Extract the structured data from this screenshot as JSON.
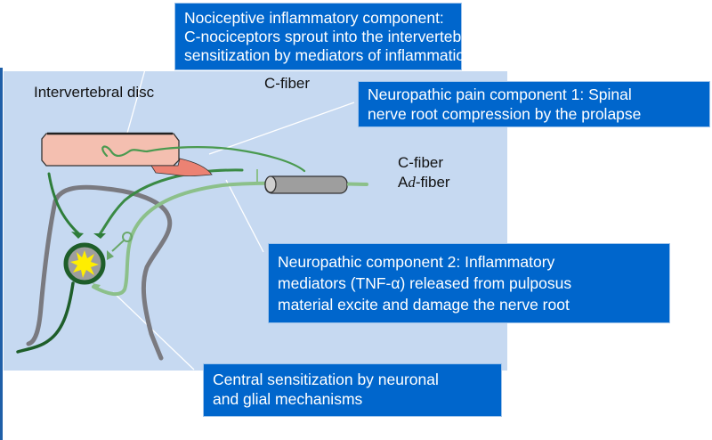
{
  "diagram": {
    "title": "Pain components in intervertebral disc prolapse",
    "labels": {
      "intervertebral_disc": "Intervertebral disc",
      "c_fiber_top": "C-fiber",
      "c_fiber_right": "C-fiber",
      "ad_fiber_prefix": "A",
      "ad_fiber_italic": "d",
      "ad_fiber_suffix": "-fiber"
    },
    "callouts": {
      "nociceptive": {
        "lines": [
          "Nociceptive inflammatory component:",
          "C-nociceptors sprout into the intervertebral disc,",
          "sensitization by mediators of inflammation"
        ]
      },
      "neuropathic_1": {
        "lines": [
          "Neuropathic pain component 1: Spinal",
          "nerve root compression by the prolapse"
        ]
      },
      "neuropathic_2": {
        "lines": [
          "Neuropathic  component 2: Inflammatory",
          "mediators (TNF-α) released from pulposus",
          "material excite and damage the nerve root"
        ]
      },
      "central": {
        "lines": [
          "Central sensitization by neuronal",
          "and glial mechanisms"
        ]
      }
    },
    "colors": {
      "callout_bg": "#0066cc",
      "panel_bg": "#c6d9f1",
      "disc": "#f4bfb0",
      "prolapse": "#ec8273",
      "c_fiber": "#3a8a44",
      "ad_fiber": "#8cc08a",
      "spinal_cord": "#7a7a80",
      "neuron": "#1e5e2a",
      "excitation": "#ffee00",
      "nerve_root": "#9e9e9e"
    }
  }
}
